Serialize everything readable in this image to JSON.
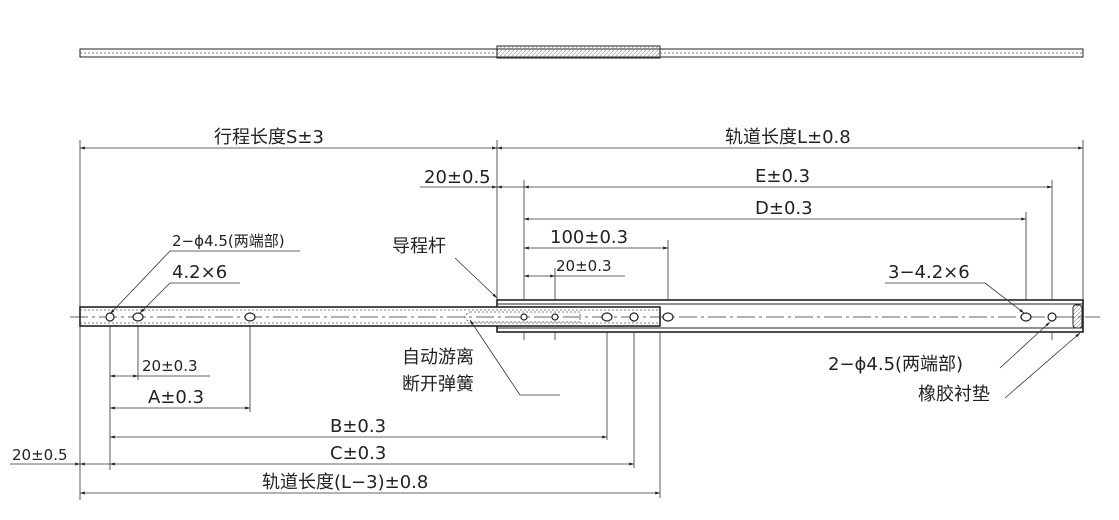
{
  "labels": {
    "stroke": "行程长度S±3",
    "rail_length": "轨道长度L±0.8",
    "top_20": "20±0.5",
    "e": "E±0.3",
    "d": "D±0.3",
    "d100": "100±0.3",
    "upper_20": "20±0.3",
    "lower_20": "20±0.3",
    "a": "A±0.3",
    "b": "B±0.3",
    "c": "C±0.3",
    "bottom_20": "20±0.5",
    "rail_length_l3": "轨道长度(L−3)±0.8",
    "left_holes": "2−ϕ4.5(两端部)",
    "left_slot": "4.2×6",
    "guide_rod": "导程杆",
    "right_slots": "3−4.2×6",
    "right_holes": "2−ϕ4.5(两端部)",
    "rubber_pad": "橡胶衬垫",
    "spring_line1": "自动游离",
    "spring_line2": "断开弹簧"
  }
}
